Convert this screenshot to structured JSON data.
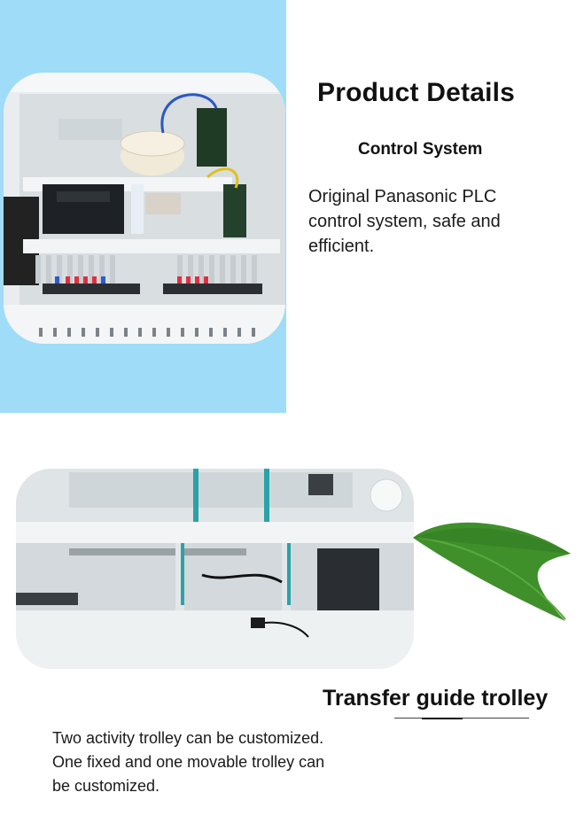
{
  "section_control": {
    "page_title": "Product Details",
    "subtitle": "Control System",
    "description": "Original Panasonic PLC control system, safe and efficient."
  },
  "section_trolley": {
    "title": "Transfer guide trolley",
    "description_lines": [
      "Two activity trolley can be customized.",
      "One fixed and one movable trolley can",
      "be customized."
    ]
  },
  "colors": {
    "panel_blue": "#9fdcf8",
    "cabinet_white": "#eef2f3",
    "leaf_green": "#3f8f2a"
  }
}
